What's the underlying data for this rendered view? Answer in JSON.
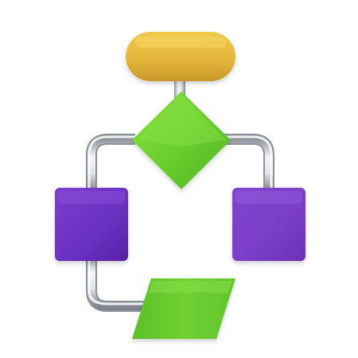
{
  "icon": {
    "name": "flowchart-icon",
    "shapes": {
      "terminator": {
        "name": "start-terminator",
        "color": "#e4b83a"
      },
      "decision": {
        "name": "decision-diamond",
        "color": "#6ccf2e"
      },
      "process_left": {
        "name": "process-left",
        "color": "#6f2fc0"
      },
      "process_right": {
        "name": "process-right",
        "color": "#7a3ec8"
      },
      "data": {
        "name": "data-parallelogram",
        "color": "#67cb2c"
      }
    },
    "connector_color": "#c9cdd3"
  }
}
